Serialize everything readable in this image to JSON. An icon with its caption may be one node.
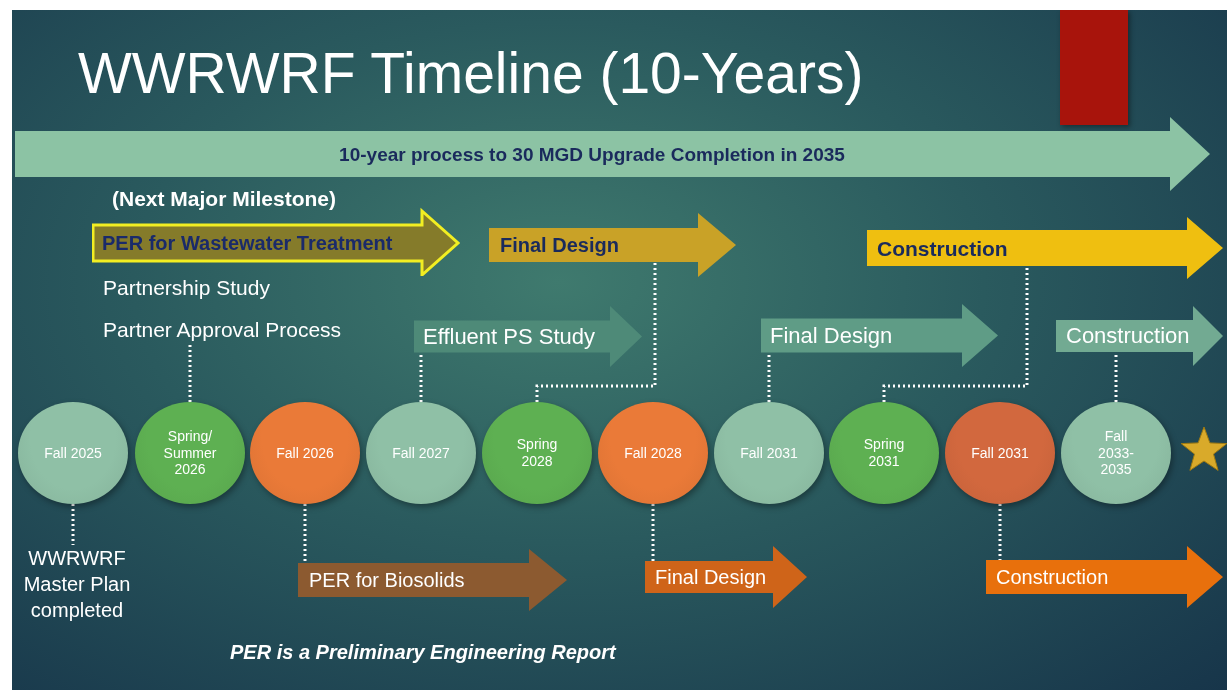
{
  "diagram": {
    "title": "WWRWRF Timeline (10-Years)",
    "nodes": [
      {
        "text": [
          "10-year process to 30 MGD Upgrade Completion in 2035"
        ]
      },
      {
        "text": [
          "(Next Major Milestone)",
          "PER for Wastewater Treatment"
        ]
      },
      {
        "text": [
          "Final Design"
        ]
      },
      {
        "text": [
          "Construction"
        ]
      },
      {
        "text": [
          "Partner Approval Process"
        ]
      },
      {
        "text": [
          "Effluent PS Study"
        ]
      },
      {
        "text": [
          "Final Design"
        ]
      },
      {
        "text": [
          "Construction"
        ]
      },
      {
        "text": [
          "Fall 2025"
        ]
      },
      {
        "text": [
          "Spring/ Summer 2026"
        ]
      },
      {
        "text": [
          "Fall 2026"
        ]
      },
      {
        "text": [
          "Fall 2027"
        ]
      },
      {
        "text": [
          "Spring 2028"
        ]
      },
      {
        "text": [
          "Fall 2028"
        ]
      },
      {
        "text": [
          "Fall 2031"
        ]
      },
      {
        "text": [
          "Spring 2031"
        ]
      },
      {
        "text": [
          "Fall 2031"
        ]
      },
      {
        "text": [
          "Fall 2033-2035"
        ]
      },
      {
        "text": [],
        "shape": "star"
      },
      {
        "text": [
          "WWRWRF Master Plan completed"
        ]
      },
      {
        "text": [
          "PER for Biosolids"
        ]
      },
      {
        "text": [
          "Final Design"
        ]
      },
      {
        "text": [
          "Construction"
        ]
      }
    ],
    "edges": [
      {
        "from": 8,
        "to": 19,
        "arrow": "none"
      },
      {
        "from": 9,
        "to": 4,
        "arrow": "none"
      },
      {
        "from": 10,
        "to": 20,
        "arrow": "none"
      },
      {
        "from": 11,
        "to": 5,
        "arrow": "none"
      },
      {
        "from": 12,
        "to": 2,
        "arrow": "none"
      },
      {
        "from": 13,
        "to": 21,
        "arrow": "none"
      },
      {
        "from": 14,
        "to": 6,
        "arrow": "none"
      },
      {
        "from": 15,
        "to": 3,
        "arrow": "none"
      },
      {
        "from": 16,
        "to": 22,
        "arrow": "none"
      },
      {
        "from": 17,
        "to": 7,
        "arrow": "none"
      }
    ],
    "labels": [
      "Partnership Study",
      "PER is a Preliminary Engineering Report"
    ]
  }
}
